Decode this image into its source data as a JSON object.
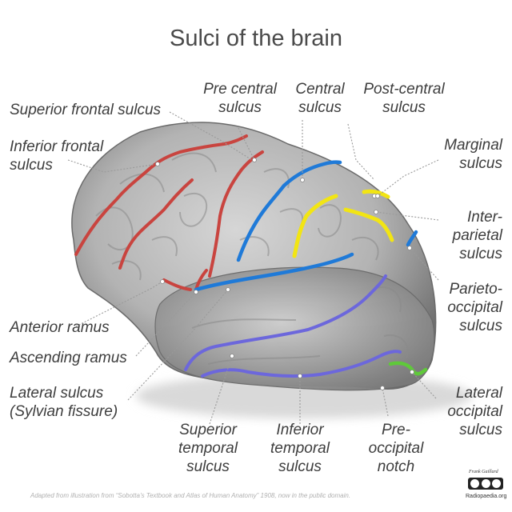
{
  "title": "Sulci of the brain",
  "labels": {
    "superior_frontal": "Superior frontal sulcus",
    "inferior_frontal_1": "Inferior frontal",
    "inferior_frontal_2": "sulcus",
    "pre_central_1": "Pre central",
    "pre_central_2": "sulcus",
    "central_1": "Central",
    "central_2": "sulcus",
    "post_central_1": "Post-central",
    "post_central_2": "sulcus",
    "marginal_1": "Marginal",
    "marginal_2": "sulcus",
    "inter_parietal_1": "Inter-",
    "inter_parietal_2": "parietal",
    "inter_parietal_3": "sulcus",
    "parieto_occipital_1": "Parieto-",
    "parieto_occipital_2": "occipital",
    "parieto_occipital_3": "sulcus",
    "anterior_ramus": "Anterior ramus",
    "ascending_ramus": "Ascending ramus",
    "lateral_1": "Lateral sulcus",
    "lateral_2": "(Sylvian fissure)",
    "lateral_occipital_1": "Lateral",
    "lateral_occipital_2": "occipital",
    "lateral_occipital_3": "sulcus",
    "superior_temporal_1": "Superior",
    "superior_temporal_2": "temporal",
    "superior_temporal_3": "sulcus",
    "inferior_temporal_1": "Inferior",
    "inferior_temporal_2": "temporal",
    "inferior_temporal_3": "sulcus",
    "pre_occipital_1": "Pre-",
    "pre_occipital_2": "occipital",
    "pre_occipital_3": "notch"
  },
  "footer": "Adapted from illustration from “Sobotta’s Textbook and Atlas of Human Anatomy” 1908, now in the public domain.",
  "credit": {
    "signature": "Frank Gaillard",
    "site": "Radiopaedia.org"
  },
  "colors": {
    "frontal_sulci": "#c9443f",
    "central_lateral": "#1f7ad8",
    "postcentral": "#f2e513",
    "temporal": "#6c67dc",
    "occipital": "#5fc93a"
  }
}
